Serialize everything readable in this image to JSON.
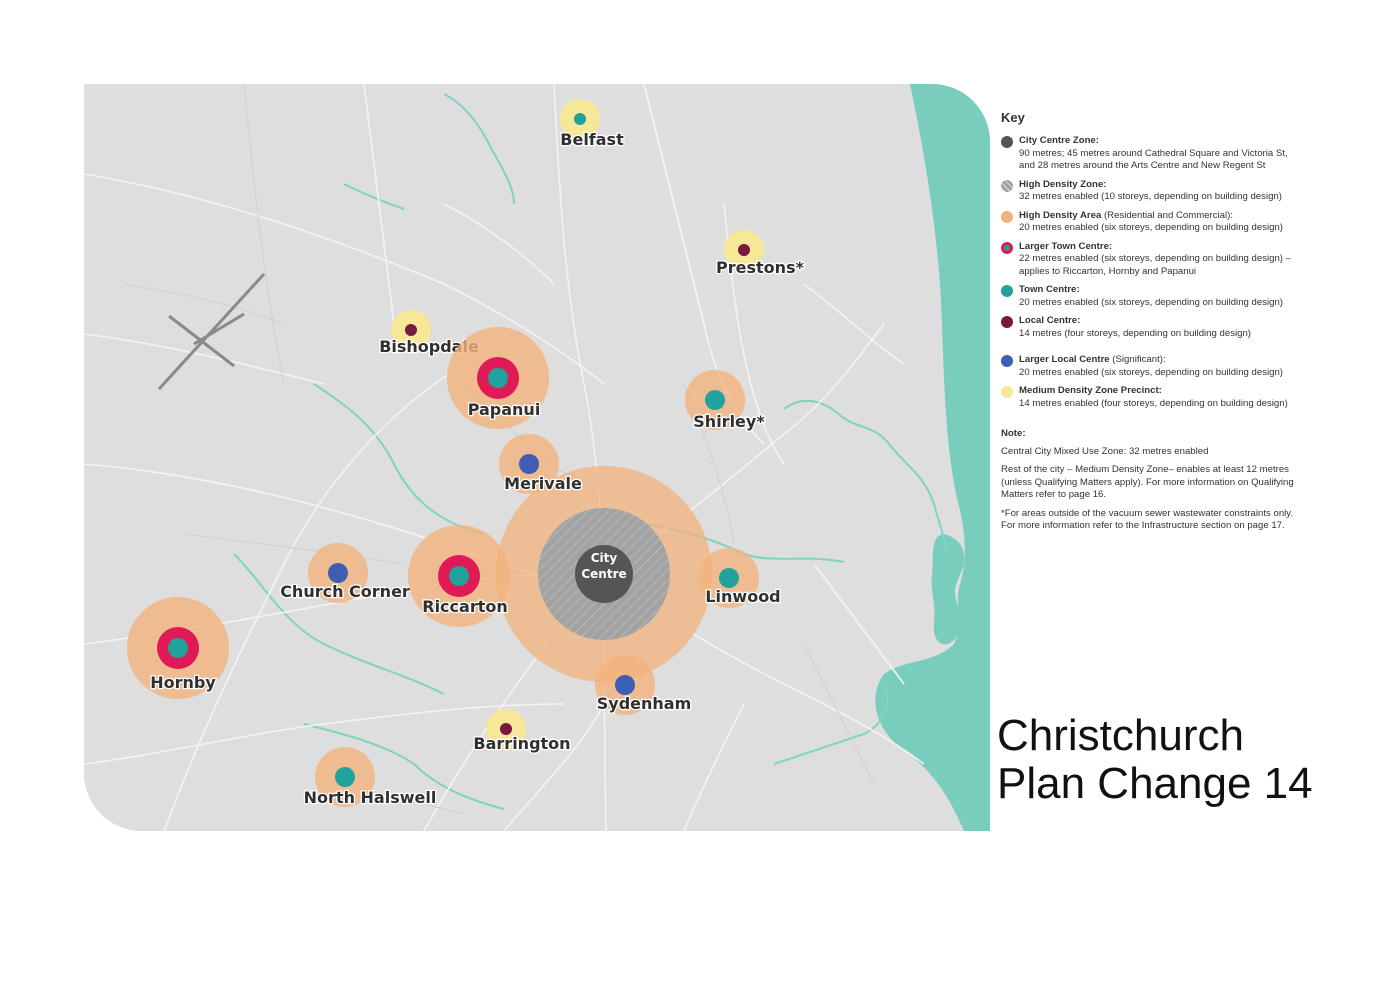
{
  "title": {
    "line1": "Christchurch",
    "line2": "Plan Change 14"
  },
  "colors": {
    "map_background": "#dedede",
    "road": "#ffffff",
    "river": "#7fd3c3",
    "sea": "#79cdbd",
    "city_centre": "#555555",
    "high_density_zone": "#9c9c9c",
    "high_density_area": "#f2b27c",
    "larger_town_centre": "#e01a57",
    "town_centre": "#1fa39c",
    "local_centre": "#7a1840",
    "larger_local_centre": "#3e5db4",
    "medium_density_precinct": "#f6e896"
  },
  "map": {
    "city_centre_label": [
      "City",
      "Centre"
    ],
    "places": [
      {
        "name": "Belfast",
        "type": "town_centre",
        "halo": "medium_density_precinct"
      },
      {
        "name": "Prestons*",
        "type": "local_centre",
        "halo": "medium_density_precinct"
      },
      {
        "name": "Bishopdale",
        "type": "local_centre",
        "halo": "medium_density_precinct"
      },
      {
        "name": "Papanui",
        "type": "larger_town_centre",
        "halo": "high_density_area"
      },
      {
        "name": "Shirley*",
        "type": "town_centre",
        "halo": "high_density_area"
      },
      {
        "name": "Merivale",
        "type": "larger_local_centre",
        "halo": "high_density_area"
      },
      {
        "name": "Church Corner",
        "type": "larger_local_centre",
        "halo": "high_density_area"
      },
      {
        "name": "Riccarton",
        "type": "larger_town_centre",
        "halo": "high_density_area"
      },
      {
        "name": "Linwood",
        "type": "town_centre",
        "halo": "high_density_area"
      },
      {
        "name": "Hornby",
        "type": "larger_town_centre",
        "halo": "high_density_area"
      },
      {
        "name": "Sydenham",
        "type": "larger_local_centre",
        "halo": "high_density_area"
      },
      {
        "name": "Barrington",
        "type": "local_centre",
        "halo": "medium_density_precinct"
      },
      {
        "name": "North Halswell",
        "type": "town_centre",
        "halo": "high_density_area"
      }
    ]
  },
  "key": {
    "title": "Key",
    "items": [
      {
        "swatch": "city_centre",
        "label": "City Centre Zone:",
        "extra": "",
        "desc": "90 metres; 45 metres around Cathedral Square and Victoria St, and 28 metres around the Arts Centre and New Regent St"
      },
      {
        "swatch": "high_density_zone",
        "label": "High Density Zone:",
        "extra": "",
        "desc": "32 metres enabled (10 storeys, depending on building design)"
      },
      {
        "swatch": "high_density_area",
        "label": "High Density Area",
        "extra": " (Residential and Commercial):",
        "desc": "20 metres enabled (six storeys, depending on building design)"
      },
      {
        "swatch": "larger_town_centre",
        "label": "Larger Town Centre:",
        "extra": "",
        "desc": "22 metres enabled (six storeys, depending on building design) – applies to Riccarton, Hornby and Papanui"
      },
      {
        "swatch": "town_centre",
        "label": "Town Centre:",
        "extra": "",
        "desc": "20 metres enabled (six storeys, depending on building design)"
      },
      {
        "swatch": "local_centre",
        "label": "Local Centre:",
        "extra": "",
        "desc": "14 metres (four storeys, depending on building design)"
      },
      {
        "swatch": "larger_local_centre",
        "label": "Larger Local Centre",
        "extra": " (Significant):",
        "desc": "20 metres enabled (six storeys, depending on building design)"
      },
      {
        "swatch": "medium_density_precinct",
        "label": "Medium Density Zone Precinct:",
        "extra": "",
        "desc": "14 metres enabled (four storeys, depending on building design)"
      }
    ]
  },
  "notes": {
    "title": "Note:",
    "paragraphs": [
      "Central City Mixed Use Zone: 32 metres enabled",
      "Rest of the city – Medium Density Zone– enables at least 12 metres (unless Qualifying Matters apply). For more information on Qualifying Matters refer to page 16.",
      "*For areas outside of the vacuum sewer wastewater constraints only. For more information refer to the Infrastructure section on page 17."
    ]
  }
}
